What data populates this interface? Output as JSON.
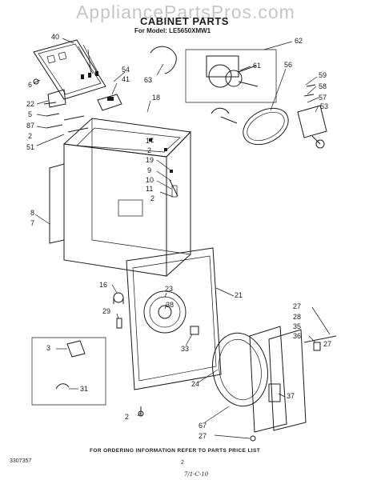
{
  "watermark": "AppliancePartsPros.com",
  "title": "CABINET PARTS",
  "model_line": "For Model: LE5650XMW1",
  "footer_note": "FOR ORDERING INFORMATION REFER TO PARTS PRICE LIST",
  "doc_number": "3307357",
  "page_number": "2",
  "handwritten_note": "7/1-C-10",
  "callouts": [
    {
      "id": "c40",
      "text": "40"
    },
    {
      "id": "c6",
      "text": "6"
    },
    {
      "id": "c22",
      "text": "22"
    },
    {
      "id": "c5",
      "text": "5"
    },
    {
      "id": "c87",
      "text": "87"
    },
    {
      "id": "c2a",
      "text": "2"
    },
    {
      "id": "c51",
      "text": "51"
    },
    {
      "id": "c54",
      "text": "54"
    },
    {
      "id": "c41",
      "text": "41"
    },
    {
      "id": "c63",
      "text": "63"
    },
    {
      "id": "c62",
      "text": "62"
    },
    {
      "id": "c61",
      "text": "61"
    },
    {
      "id": "c56",
      "text": "56"
    },
    {
      "id": "c59",
      "text": "59"
    },
    {
      "id": "c58",
      "text": "58"
    },
    {
      "id": "c57",
      "text": "57"
    },
    {
      "id": "c53",
      "text": "53"
    },
    {
      "id": "c18",
      "text": "18"
    },
    {
      "id": "c17",
      "text": "17"
    },
    {
      "id": "c2b",
      "text": "2"
    },
    {
      "id": "c19",
      "text": "19"
    },
    {
      "id": "c9",
      "text": "9"
    },
    {
      "id": "c10",
      "text": "10"
    },
    {
      "id": "c11",
      "text": "11"
    },
    {
      "id": "c2c",
      "text": "2"
    },
    {
      "id": "c8",
      "text": "8"
    },
    {
      "id": "c7",
      "text": "7"
    },
    {
      "id": "c16",
      "text": "16"
    },
    {
      "id": "c21",
      "text": "21"
    },
    {
      "id": "c23",
      "text": "23"
    },
    {
      "id": "c38",
      "text": "38"
    },
    {
      "id": "c29",
      "text": "29"
    },
    {
      "id": "c33",
      "text": "33"
    },
    {
      "id": "c3",
      "text": "3"
    },
    {
      "id": "c31",
      "text": "31"
    },
    {
      "id": "c27a",
      "text": "27"
    },
    {
      "id": "c28",
      "text": "28"
    },
    {
      "id": "c35",
      "text": "35"
    },
    {
      "id": "c36",
      "text": "36"
    },
    {
      "id": "c27b",
      "text": "27"
    },
    {
      "id": "c24",
      "text": "24"
    },
    {
      "id": "c37",
      "text": "37"
    },
    {
      "id": "c2d",
      "text": "2"
    },
    {
      "id": "c67",
      "text": "67"
    },
    {
      "id": "c27c",
      "text": "27"
    }
  ]
}
